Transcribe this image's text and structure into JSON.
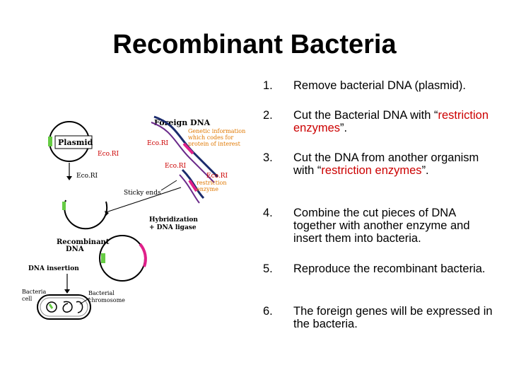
{
  "title": "Recombinant Bacteria",
  "steps": [
    {
      "num": "1.",
      "text": "Remove bacterial DNA (plasmid)."
    },
    {
      "num": "2.",
      "pre": "Cut the Bacterial DNA with “",
      "red": "restriction enzymes",
      "post": "”."
    },
    {
      "num": "3.",
      "pre": "Cut the DNA from another organism with “",
      "red": "restriction enzymes",
      "post": "”."
    },
    {
      "num": "4.",
      "text": "Combine the cut pieces of DNA together with another enzyme and insert them into bacteria."
    },
    {
      "num": "5.",
      "text": "Reproduce the recombinant bacteria."
    },
    {
      "num": "6.",
      "text": "The foreign genes will be expressed in the bacteria."
    }
  ],
  "diagram": {
    "foreign_dna": "Foreign DNA",
    "genetic_info": [
      "Genetic information",
      "which codes for",
      "protein of interest"
    ],
    "plasmid": "Plasmid",
    "ecori_1": "Eco.RI",
    "ecori_2": "Eco.RI",
    "ecori_3": "Eco.RI",
    "ecori_4": "Eco.RI",
    "ecori_5": "Eco.RI",
    "restriction_enzyme": [
      "restriction",
      "enzyme"
    ],
    "sticky_ends": "Sticky ends",
    "hybridization": [
      "Hybridization",
      "+ DNA ligase"
    ],
    "recombinant_dna": [
      "Recombinant",
      "DNA"
    ],
    "dna_insertion": "DNA insertion",
    "bacteria_cell": [
      "Bacteria",
      "cell"
    ],
    "bacterial_chromosome": [
      "Bacterial",
      "chromosome"
    ]
  },
  "colors": {
    "red_text": "#cc0000",
    "orange_text": "#e07800",
    "green": "#66cc44",
    "magenta": "#e0208a",
    "navy": "#1a2a6c"
  }
}
